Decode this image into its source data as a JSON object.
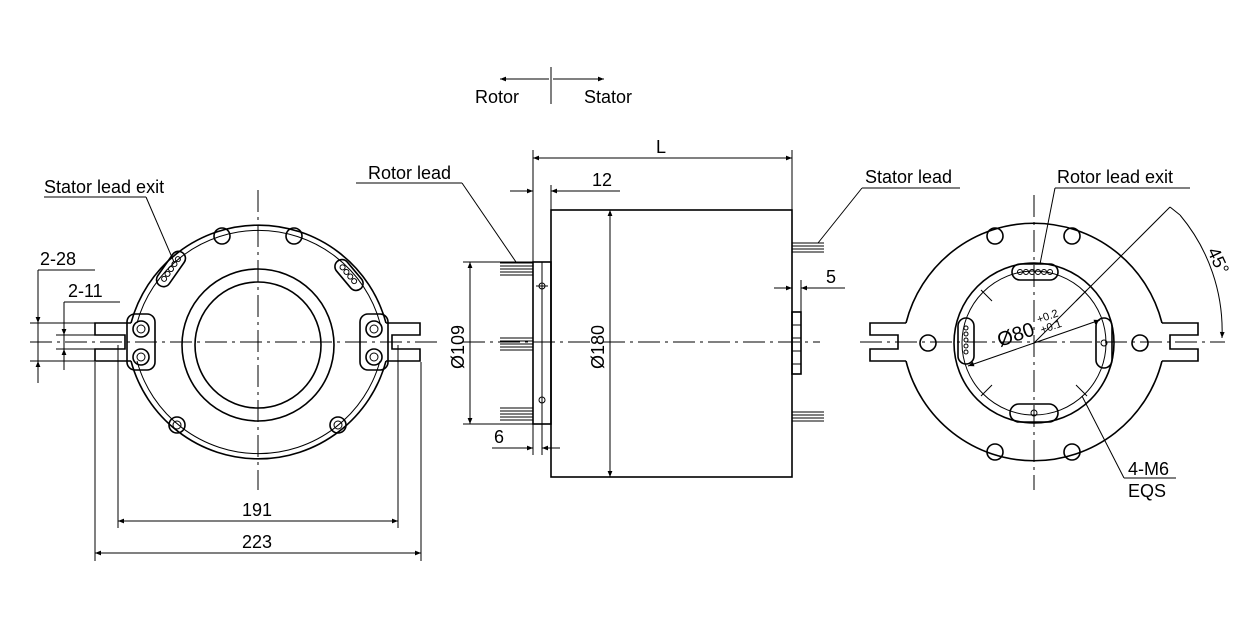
{
  "legend": {
    "rotor": "Rotor",
    "stator": "Stator"
  },
  "left_view": {
    "stator_lead_exit": "Stator lead exit",
    "dim_2_28": "2-28",
    "dim_2_11": "2-11",
    "dim_191": "191",
    "dim_223": "223"
  },
  "side_view": {
    "rotor_lead": "Rotor lead",
    "stator_lead": "Stator lead",
    "dim_L": "L",
    "dim_12": "12",
    "dim_5": "5",
    "dim_6": "6",
    "dim_d109": "Ø109",
    "dim_d180": "Ø180"
  },
  "right_view": {
    "rotor_lead_exit": "Rotor lead exit",
    "dim_45": "45°",
    "dim_d80": "Ø80",
    "tol_upper": "+0.2",
    "tol_lower": "+0.1",
    "thread": "4-M6",
    "eqs": "EQS"
  }
}
